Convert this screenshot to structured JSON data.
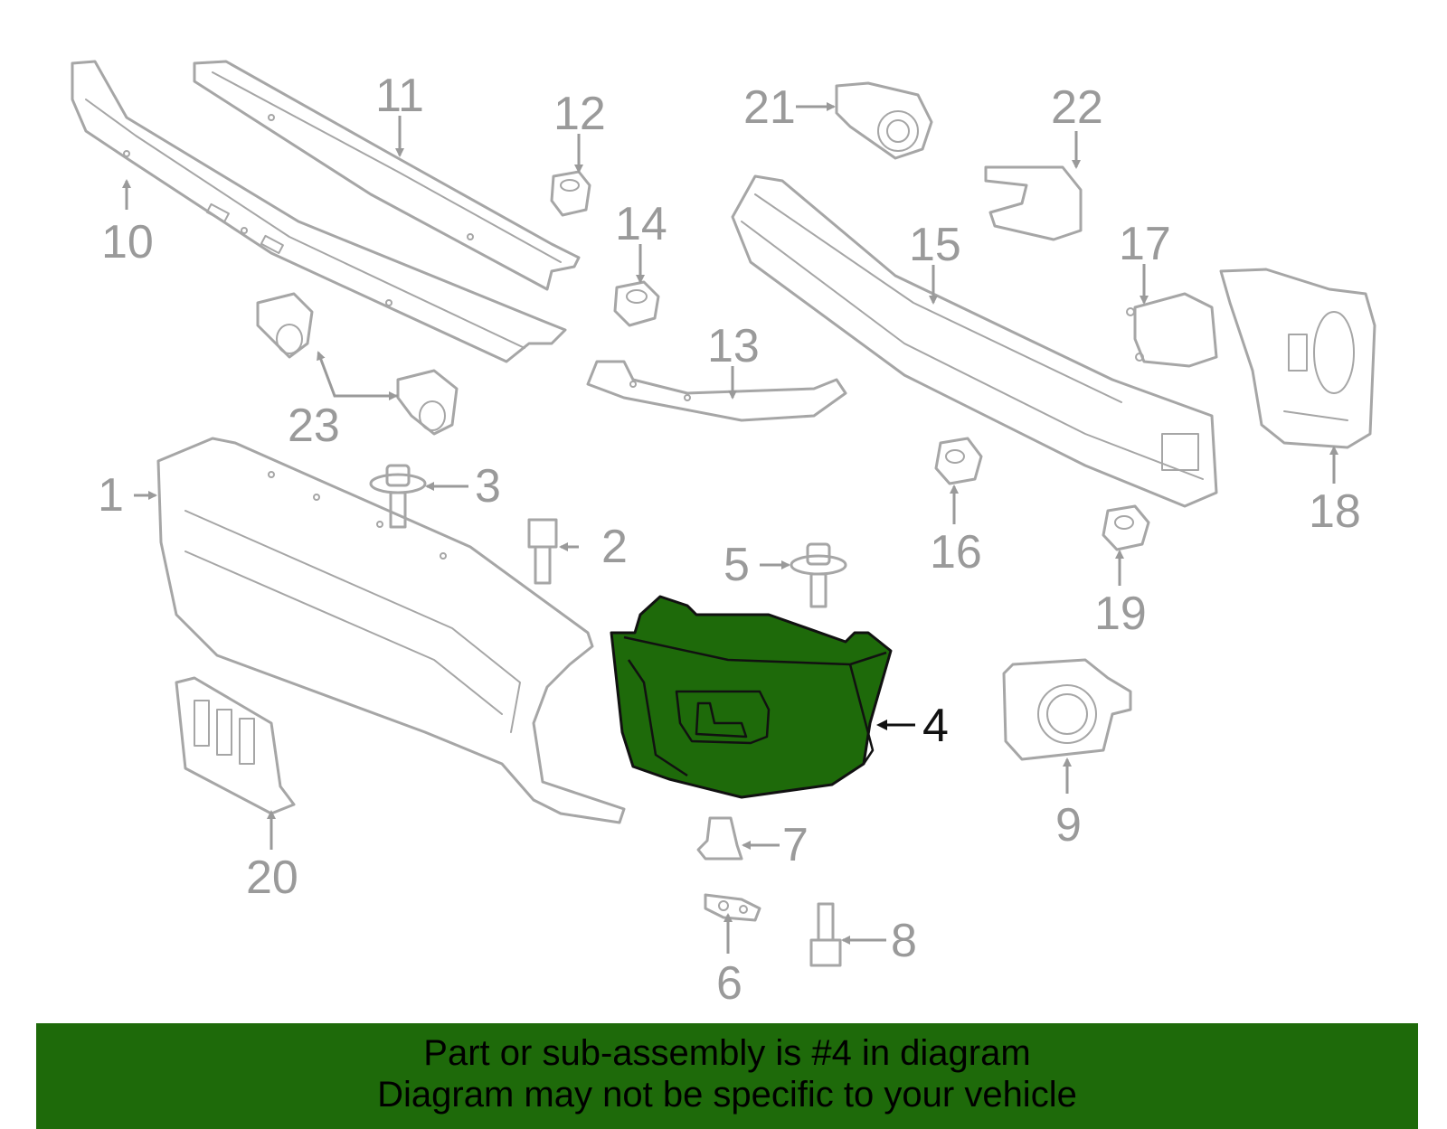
{
  "callouts": {
    "c1": "1",
    "c2": "2",
    "c3": "3",
    "c4": "4",
    "c5": "5",
    "c6": "6",
    "c7": "7",
    "c8": "8",
    "c9": "9",
    "c10": "10",
    "c11": "11",
    "c12": "12",
    "c13": "13",
    "c14": "14",
    "c15": "15",
    "c16": "16",
    "c17": "17",
    "c18": "18",
    "c19": "19",
    "c20": "20",
    "c21": "21",
    "c22": "22",
    "c23": "23"
  },
  "highlight": {
    "part": "4",
    "color": "#1e6a0a"
  },
  "banner": {
    "line1": "Part or sub-assembly is #4 in diagram",
    "line2": "Diagram may not be specific to your vehicle",
    "background": "#1e6a0a"
  }
}
